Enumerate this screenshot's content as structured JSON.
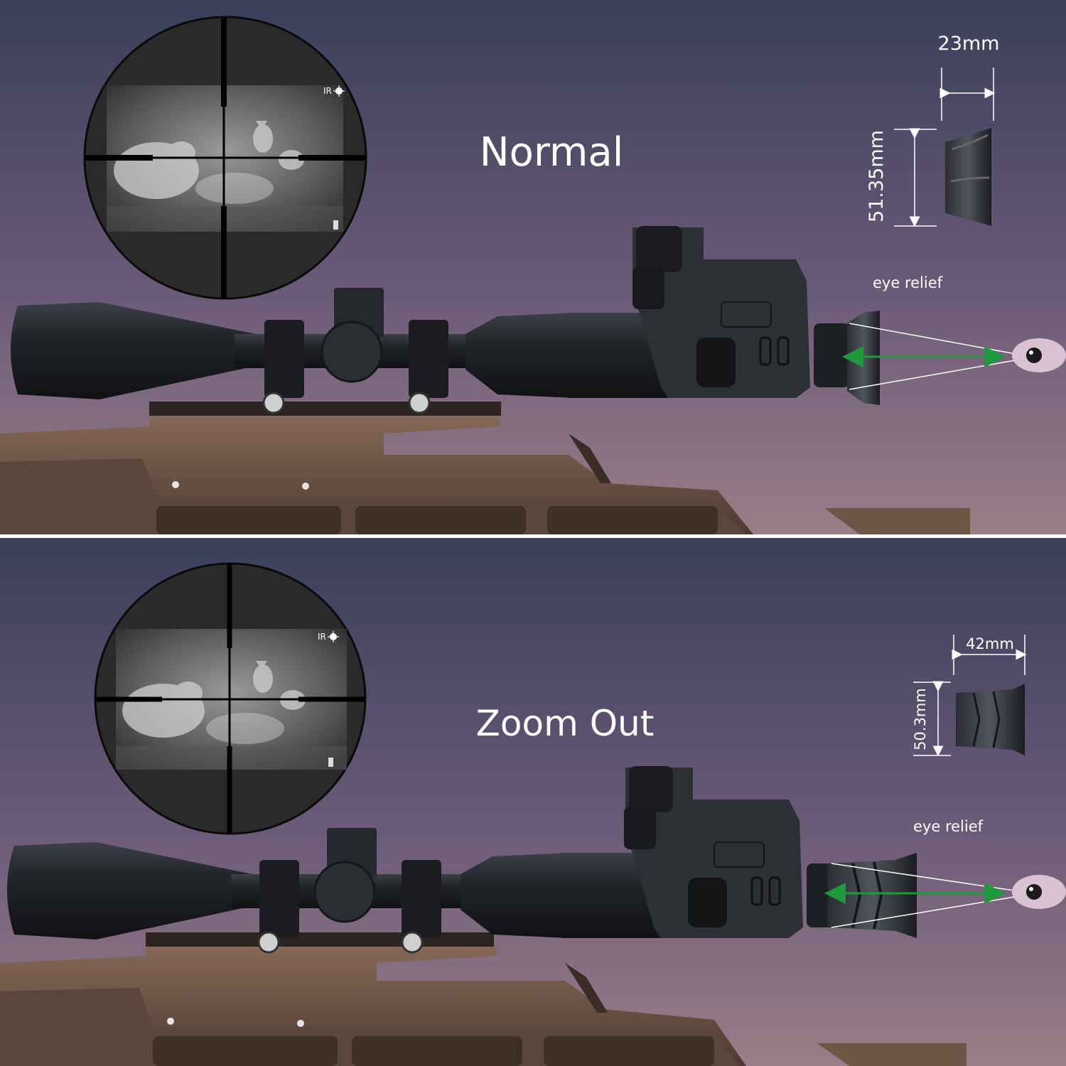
{
  "panels": [
    {
      "mode_label": "Normal",
      "width_label": "23mm",
      "height_label": "51.35mm",
      "eye_relief_label": "eye relief",
      "hud_label": "IR"
    },
    {
      "mode_label": "Zoom Out",
      "width_label": "42mm",
      "height_label": "50.3mm",
      "eye_relief_label": "eye relief",
      "hud_label": "IR"
    }
  ],
  "colors": {
    "sky_top": "#3a3f5a",
    "sky_mid": "#6b5a78",
    "sky_bottom": "#9a7e88",
    "rifle_stock": "#6e5647",
    "scope_body": "#1f2226",
    "arrow_green": "#1e9a3c",
    "divider": "#ffffff"
  }
}
